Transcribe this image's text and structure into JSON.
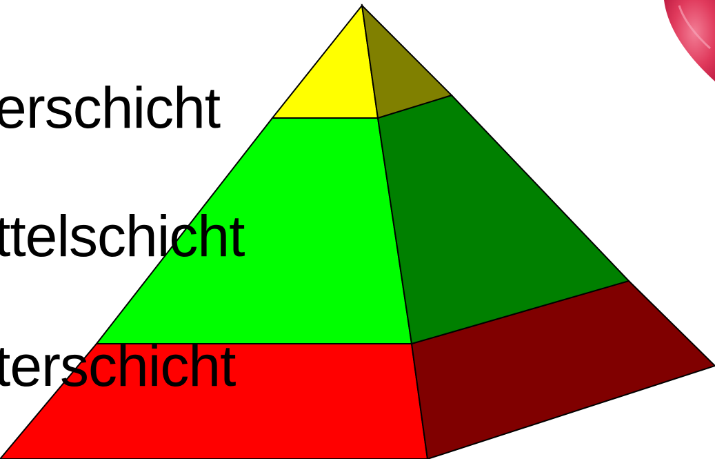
{
  "labels": {
    "top": "erschicht",
    "middle": "ttelschicht",
    "bottom": "terschicht"
  },
  "colors": {
    "top_front": "#ffff00",
    "top_side": "#808000",
    "middle_front": "#00ff00",
    "middle_side": "#008000",
    "bottom_front": "#ff0000",
    "bottom_side": "#800000",
    "heart_decoration": "#e03a5c"
  }
}
